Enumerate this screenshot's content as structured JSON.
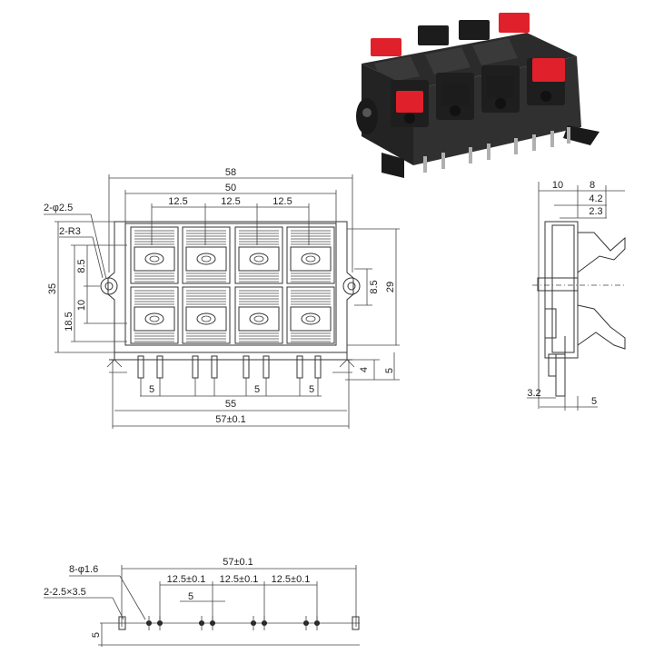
{
  "front_view": {
    "width_overall": "58",
    "width_inner": "50",
    "pitch_1": "12.5",
    "pitch_2": "12.5",
    "pitch_3": "12.5",
    "hole_note": "2-φ2.5",
    "radius_note": "2-R3",
    "height_total": "35",
    "dim_85_left": "8.5",
    "dim_10": "10",
    "dim_185": "18.5",
    "dim_85_right": "8.5",
    "dim_29": "29",
    "dim_4": "4",
    "dim_5_right": "5",
    "pin_pitch_1": "5",
    "pin_pitch_2": "5",
    "pin_pitch_3": "5",
    "dim_55": "55",
    "dim_57": "57±0.1"
  },
  "side_view": {
    "dim_10": "10",
    "dim_8": "8",
    "dim_42": "4.2",
    "dim_23": "2.3",
    "dim_32": "3.2",
    "dim_5": "5"
  },
  "footprint": {
    "dim_57": "57±0.1",
    "hole_note": "8-φ1.6",
    "slot_note": "2-2.5×3.5",
    "pitch_1": "12.5±0.1",
    "pitch_2": "12.5±0.1",
    "pitch_3": "12.5±0.1",
    "pin_pitch": "5",
    "dim_5": "5"
  },
  "colors": {
    "housing": "#2b2b2b",
    "lever_red": "#e0202a",
    "lever_black": "#1c1c1c"
  }
}
